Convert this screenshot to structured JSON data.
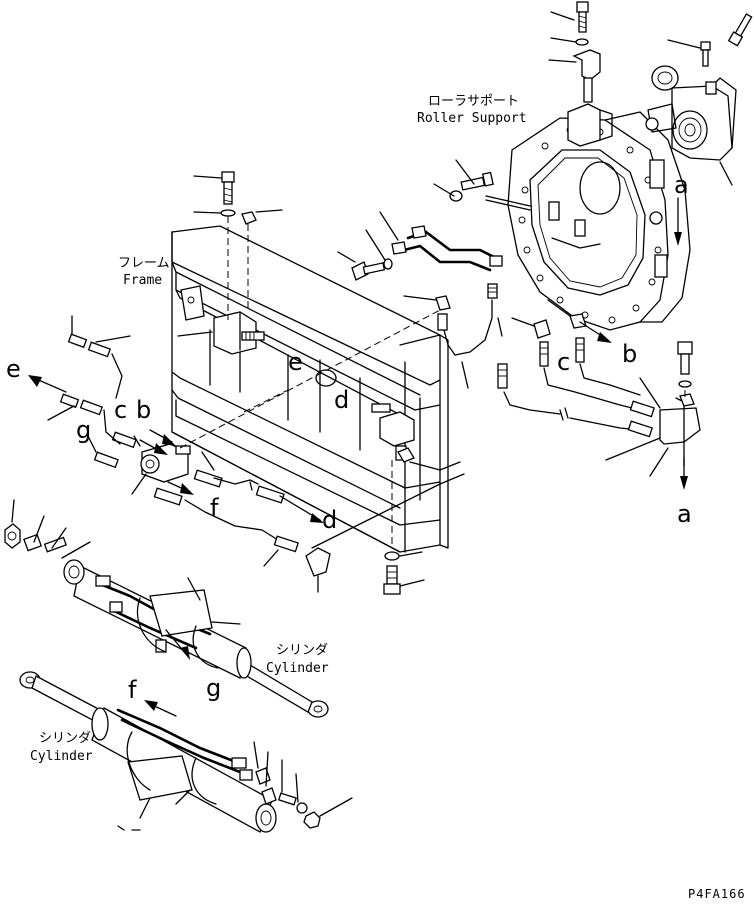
{
  "labels": {
    "roller_support_jp": "ローラサポート",
    "roller_support_en": "Roller Support",
    "frame_jp": "フレーム",
    "frame_en": "Frame",
    "cylinder_upper_jp": "シリンダ",
    "cylinder_upper_en": "Cylinder",
    "cylinder_lower_jp": "シリンダ",
    "cylinder_lower_en": "Cylinder"
  },
  "connection_letters": {
    "a_top": "a",
    "a_bottom": "a",
    "b_left": "b",
    "b_right": "b",
    "c_left": "c",
    "c_right": "c",
    "d_middle": "d",
    "d_bottom": "d",
    "e_left": "e",
    "e_frame": "e",
    "f_middle": "f",
    "f_bottom": "f",
    "g_left": "g",
    "g_bottom": "g"
  },
  "drawing_code": "P4FA166",
  "colors": {
    "ink": "#000000",
    "paper": "#ffffff"
  }
}
